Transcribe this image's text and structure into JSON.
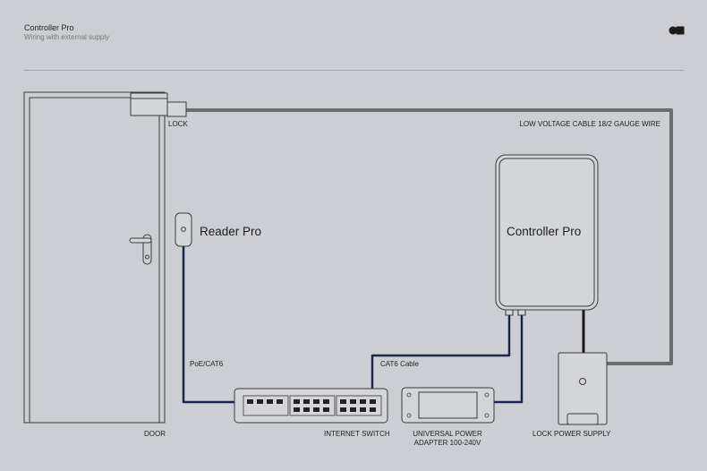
{
  "header": {
    "title": "Controller Pro",
    "subtitle": "Wiring with external supply"
  },
  "labels": {
    "lock": "LOCK",
    "low_voltage_cable": "LOW VOLTAGE CABLE 18/2 GAUGE WIRE",
    "reader": "Reader Pro",
    "controller": "Controller Pro",
    "poe": "PoE/CAT6",
    "cat6": "CAT6 Cable",
    "door": "DOOR",
    "switch": "INTERNET SWITCH",
    "adapter_line1": "UNIVERSAL POWER",
    "adapter_line2": "ADAPTER 100-240V",
    "lock_power_supply": "LOCK POWER SUPPLY"
  },
  "colors": {
    "background": "#ccced3",
    "data_cable": "#1c2450",
    "power_cable": "#6b6c70",
    "lock_power_cable": "#1a1a1a",
    "device_fill": "#d3d5d9",
    "outline": "#3a3a3a"
  }
}
